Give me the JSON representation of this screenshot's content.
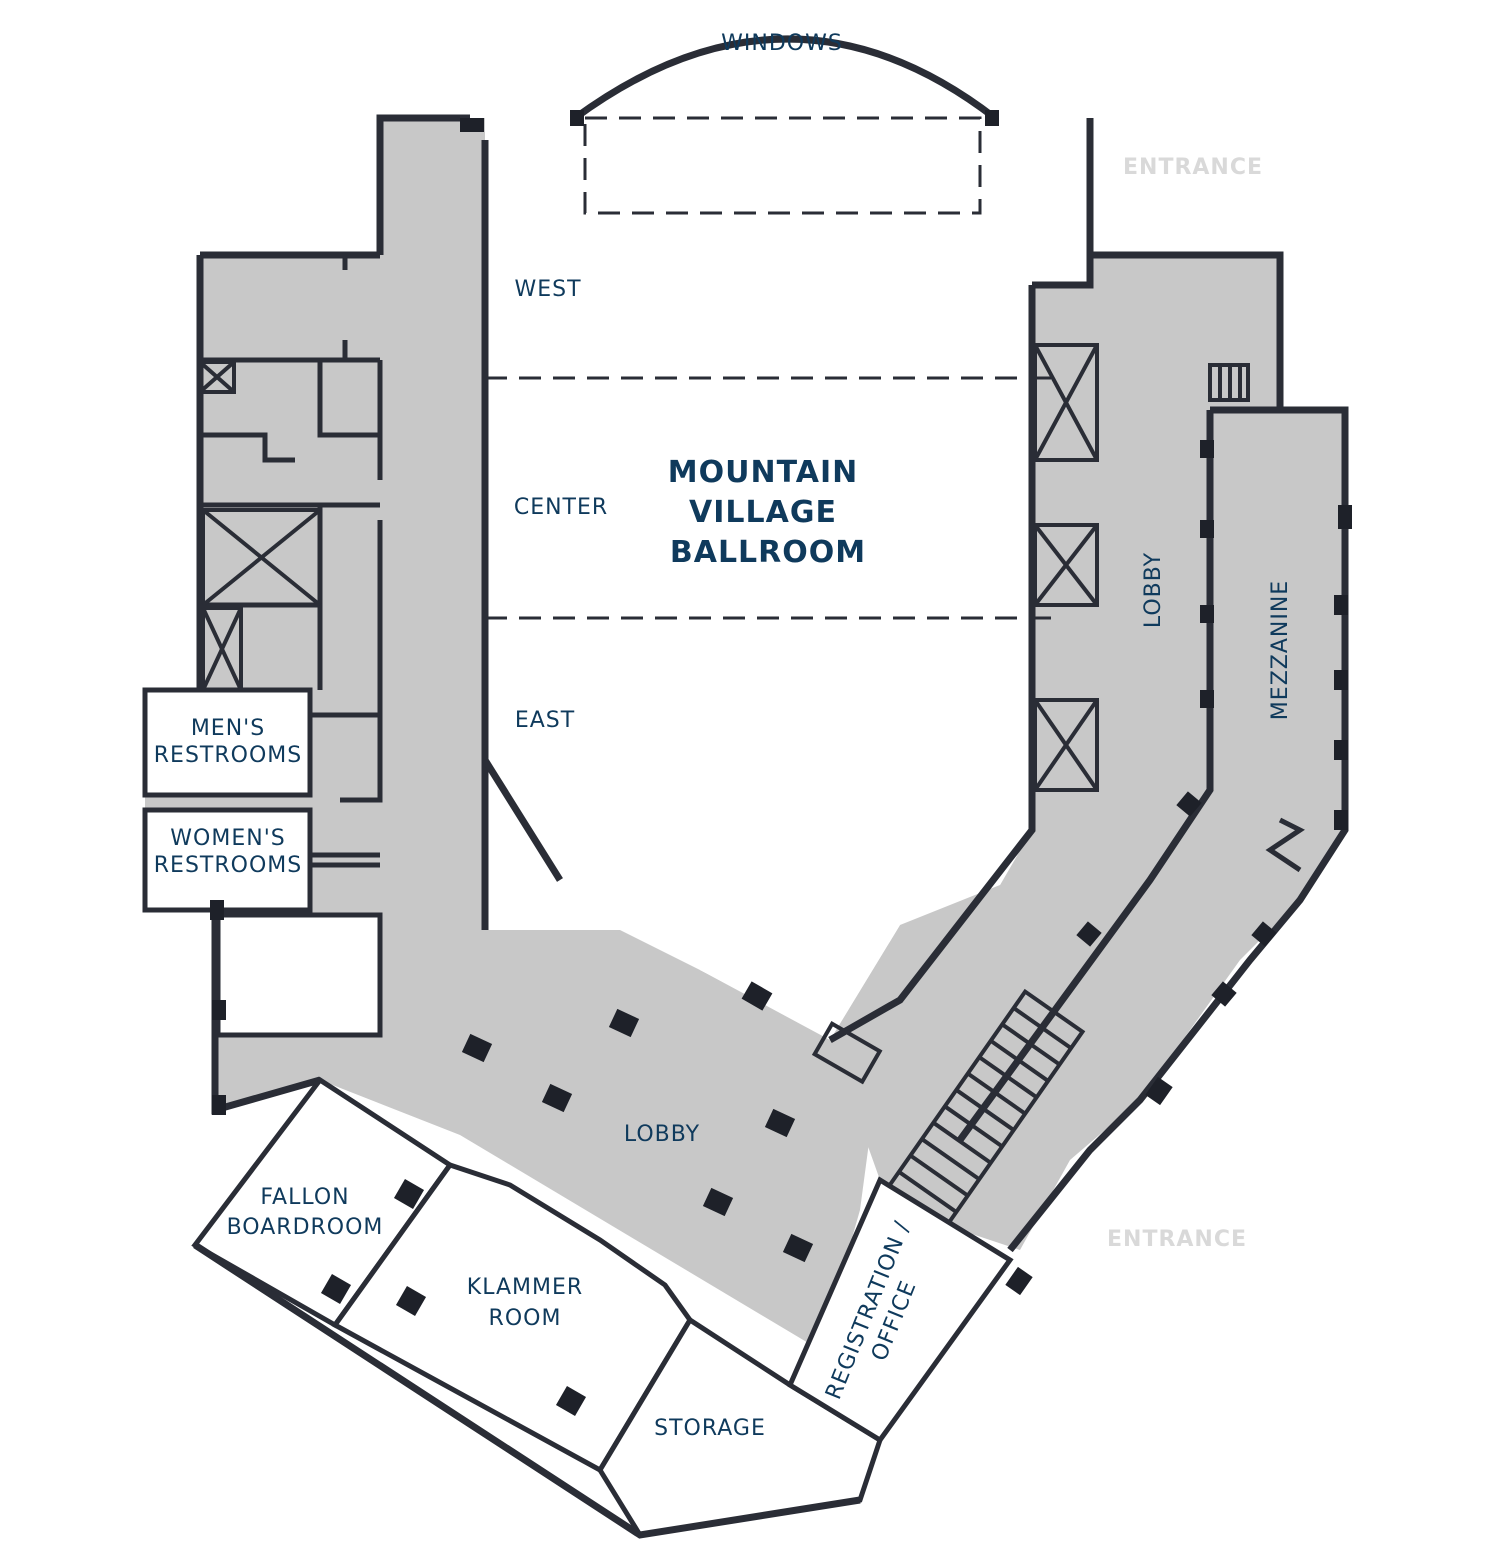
{
  "labels": {
    "windows": "WINDOWS",
    "entrance_top": "ENTRANCE",
    "entrance_bottom": "ENTRANCE",
    "west": "WEST",
    "center": "CENTER",
    "east": "EAST",
    "ballroom_line1": "MOUNTAIN",
    "ballroom_line2": "VILLAGE",
    "ballroom_line3": "BALLROOM",
    "lobby_vertical": "LOBBY",
    "mezzanine": "MEZZANINE",
    "mens_line1": "MEN'S",
    "mens_line2": "RESTROOMS",
    "womens_line1": "WOMEN'S",
    "womens_line2": "RESTROOMS",
    "lobby_main": "LOBBY",
    "fallon_line1": "FALLON",
    "fallon_line2": "BOARDROOM",
    "klammer_line1": "KLAMMER",
    "klammer_line2": "ROOM",
    "storage": "STORAGE",
    "registration_line1": "REGISTRATION /",
    "registration_line2": "OFFICE"
  },
  "colors": {
    "wall": "#2a2d36",
    "corridor": "#c8c8c8",
    "room": "#ffffff",
    "label": "#0f3a5c",
    "entrance_label": "#d9d9d9"
  }
}
